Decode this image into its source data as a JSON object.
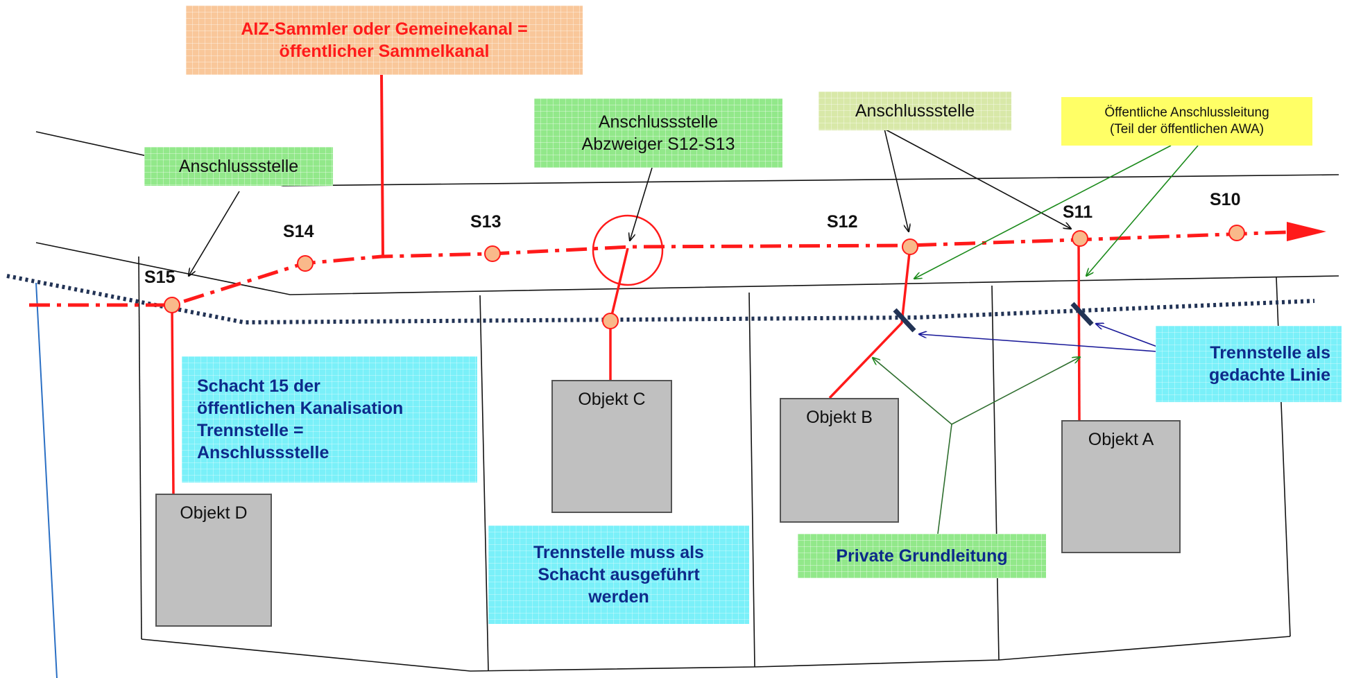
{
  "labels": {
    "sammler": [
      "AIZ-Sammler oder Gemeinekanal =",
      "öffentlicher Sammelkanal"
    ],
    "anschluss_left": "Anschlussstelle",
    "anschluss_mid": [
      "Anschlussstelle",
      "Abzweiger S12-S13"
    ],
    "anschluss_right": "Anschlussstelle",
    "oeff_anschluss": [
      "Öffentliche Anschlussleitung",
      "(Teil der öffentlichen AWA)"
    ],
    "schacht15": [
      "Schacht  15 der",
      "öffentlichen Kanalisation",
      "Trennstelle =",
      "Anschlussstelle"
    ],
    "trennstelle_schacht": [
      "Trennstelle muss als",
      "Schacht ausgeführt",
      "werden"
    ],
    "private_grundleitung": "Private Grundleitung",
    "trennstelle_linie": [
      "Trennstelle als",
      "gedachte Linie"
    ]
  },
  "nodes": {
    "s10": "S10",
    "s11": "S11",
    "s12": "S12",
    "s13": "S13",
    "s14": "S14",
    "s15": "S15"
  },
  "objects": {
    "a": "Objekt A",
    "b": "Objekt B",
    "c": "Objekt C",
    "d": "Objekt D"
  },
  "colors": {
    "sewer_red": "#ff1a1a",
    "manhole_fill": "#f9b98a",
    "boundary_dotted": "#223355",
    "arrow_black": "#111111",
    "arrow_green": "#1a8a1a",
    "arrow_blue": "#1a1a99"
  }
}
